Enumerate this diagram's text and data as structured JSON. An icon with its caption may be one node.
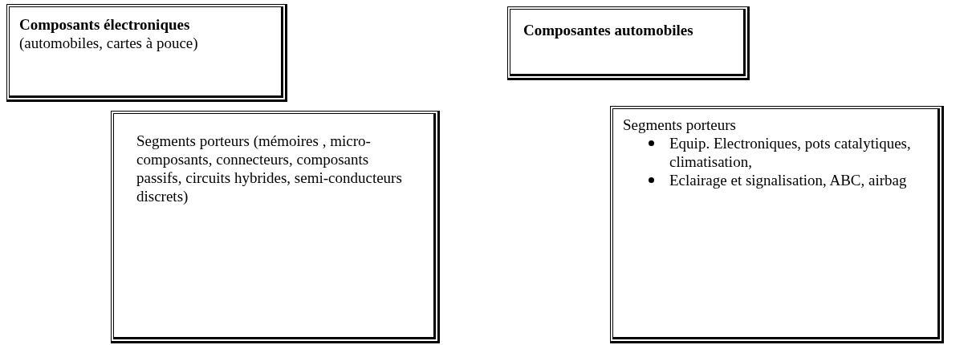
{
  "diagram": {
    "nodes": [
      {
        "text": [
          "Composants électroniques",
          "(automobiles, cartes à pouce)"
        ]
      },
      {
        "text": [
          "Composantes automobiles"
        ]
      },
      {
        "text": [
          "Segments porteurs (mémoires , micro-composants, connecteurs, composants passifs, circuits hybrides, semi-conducteurs discrets)"
        ]
      },
      {
        "text": [
          "Segments porteurs",
          "Equip. Electroniques, pots catalytiques, climatisation,",
          "Eclairage et signalisation, ABC, airbag"
        ]
      }
    ]
  }
}
